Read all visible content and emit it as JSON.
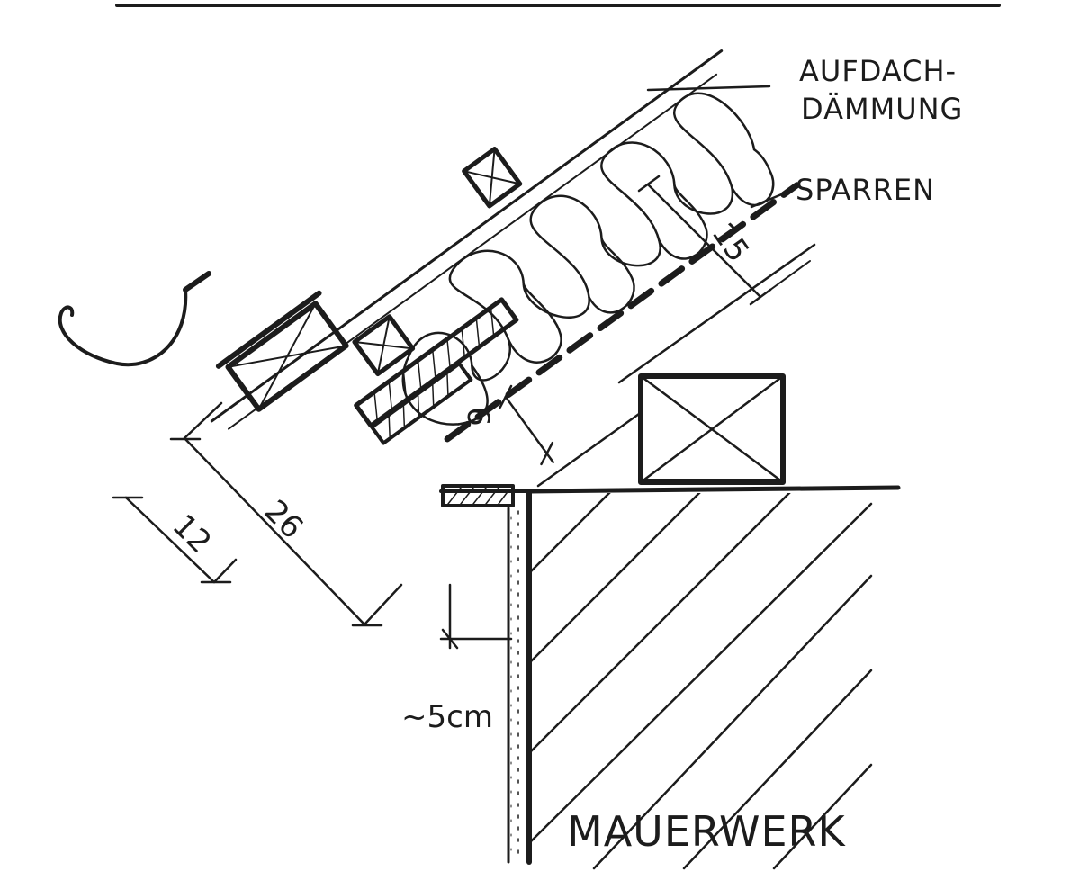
{
  "labels": {
    "aufdach_1": "AUFDACH-",
    "aufdach_2": "DÄMMUNG",
    "sparren": "SPARREN",
    "mauerwerk": "MAUERWERK"
  },
  "dimensions": {
    "d15": "15",
    "d6": "6",
    "d26": "26",
    "d12": "12",
    "d5cm": "~5cm"
  }
}
